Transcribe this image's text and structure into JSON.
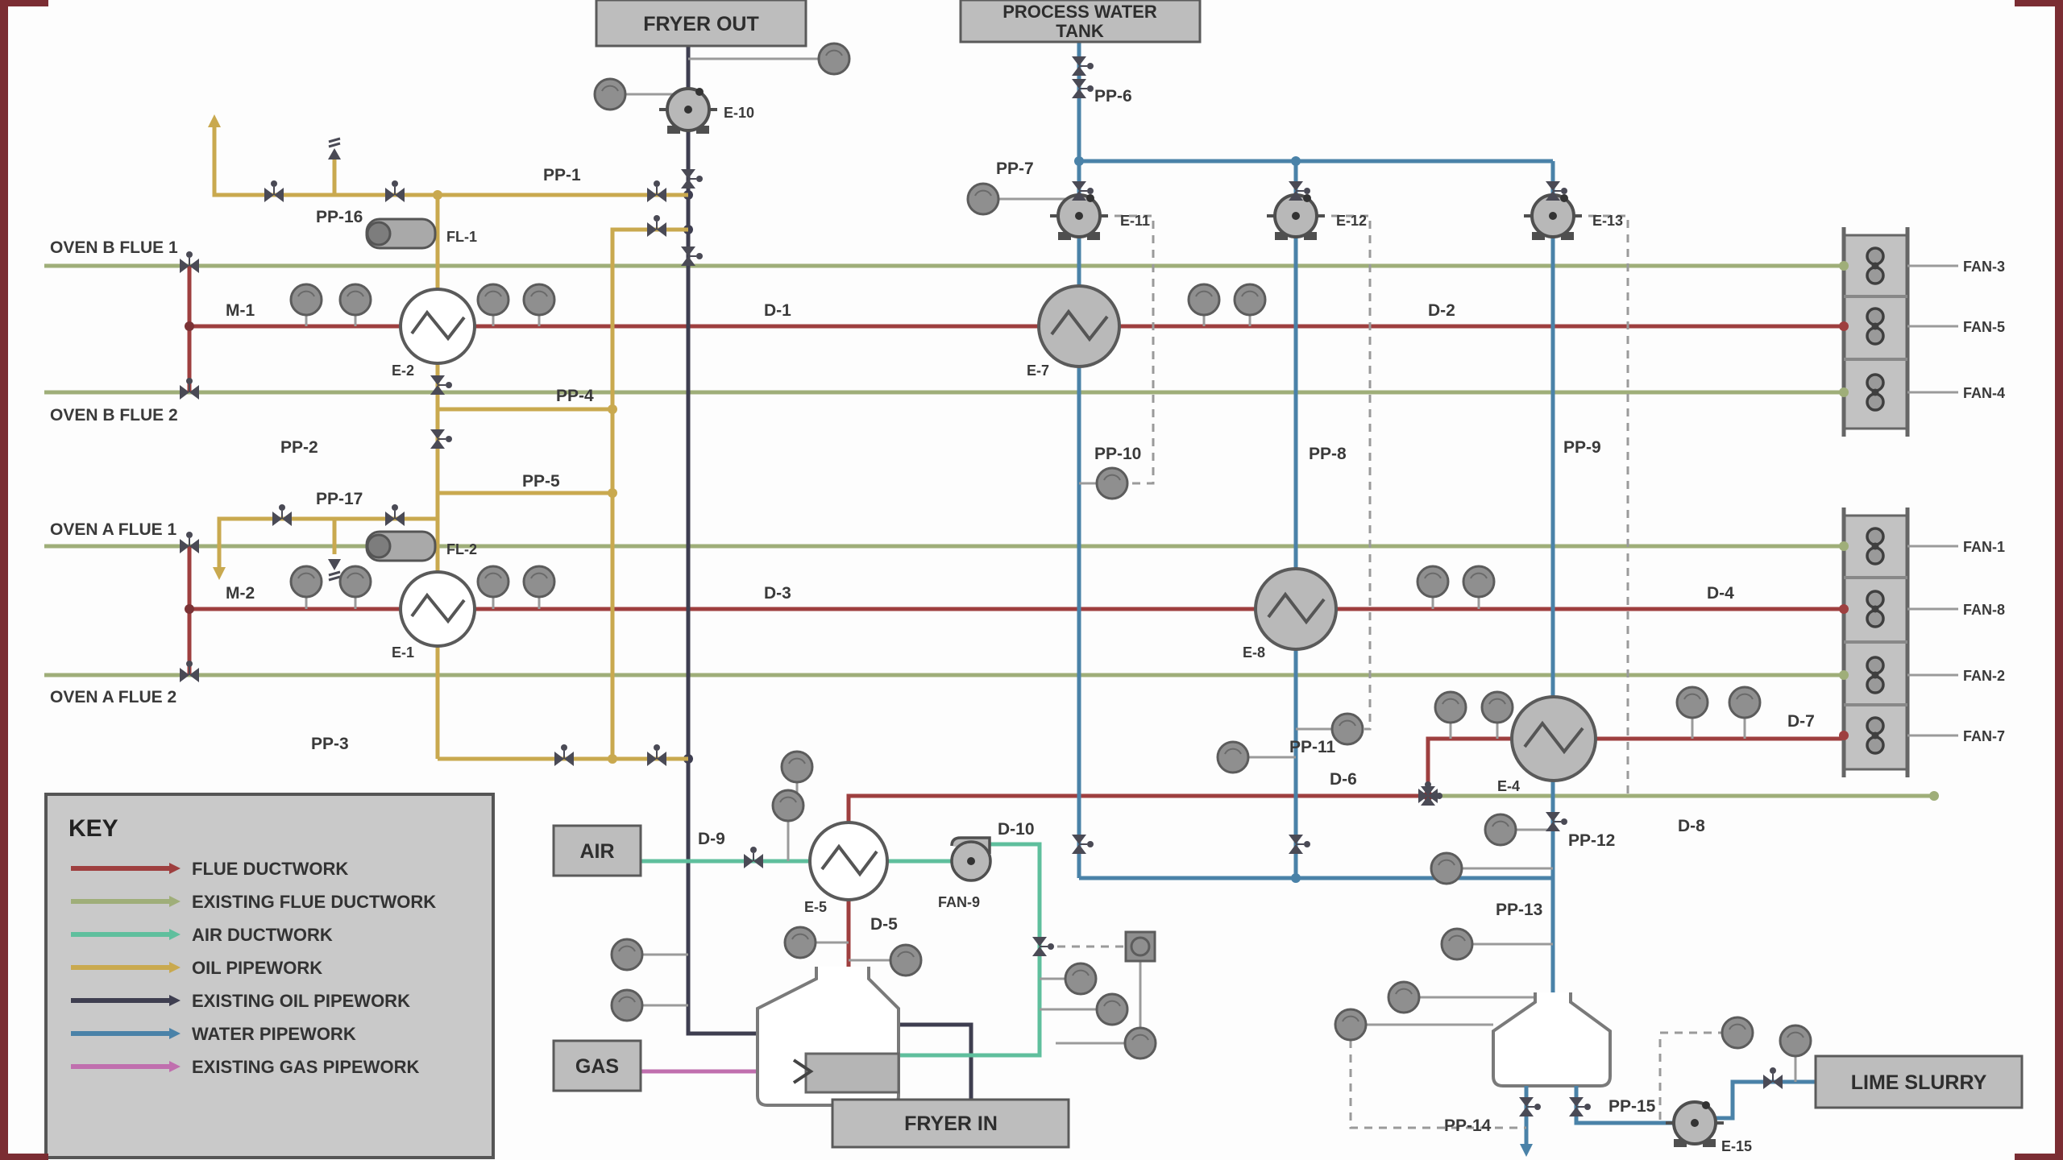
{
  "colors": {
    "flue": "#9e3f3f",
    "existing_flue": "#9fae79",
    "air": "#5fbf9d",
    "oil": "#c9a94f",
    "existing_oil": "#3e3e50",
    "water": "#4a82a8",
    "existing_gas": "#c06fae",
    "signal": "#9a9a9a",
    "box_fill": "#bdbdbd",
    "box_border": "#5a5a5a",
    "symbol": "#4a4a55",
    "instrument": "#8f8f8f",
    "key_fill": "#c9c9c9",
    "frame": "#7b2d33"
  },
  "boxes": {
    "fryer_out": "FRYER OUT",
    "process_water_tank_line1": "PROCESS WATER",
    "process_water_tank_line2": "TANK",
    "air": "AIR",
    "gas": "GAS",
    "fryer_in": "FRYER IN",
    "lime_slurry": "LIME SLURRY"
  },
  "ovens": {
    "b1": "OVEN B FLUE 1",
    "b2": "OVEN B FLUE 2",
    "a1": "OVEN A FLUE 1",
    "a2": "OVEN A FLUE 2"
  },
  "ducts": {
    "m1": "M-1",
    "m2": "M-2",
    "d1": "D-1",
    "d2": "D-2",
    "d3": "D-3",
    "d4": "D-4",
    "d5": "D-5",
    "d6": "D-6",
    "d7": "D-7",
    "d8": "D-8",
    "d9": "D-9",
    "d10": "D-10"
  },
  "pipes": {
    "pp1": "PP-1",
    "pp2": "PP-2",
    "pp3": "PP-3",
    "pp4": "PP-4",
    "pp5": "PP-5",
    "pp6": "PP-6",
    "pp7": "PP-7",
    "pp8": "PP-8",
    "pp9": "PP-9",
    "pp10": "PP-10",
    "pp11": "PP-11",
    "pp12": "PP-12",
    "pp13": "PP-13",
    "pp14": "PP-14",
    "pp15": "PP-15",
    "pp16": "PP-16",
    "pp17": "PP-17"
  },
  "equipment": {
    "e1": "E-1",
    "e2": "E-2",
    "e4": "E-4",
    "e5": "E-5",
    "e7": "E-7",
    "e8": "E-8",
    "e10": "E-10",
    "e11": "E-11",
    "e12": "E-12",
    "e13": "E-13",
    "e15": "E-15",
    "fl1": "FL-1",
    "fl2": "FL-2",
    "fan9": "FAN-9"
  },
  "fans": {
    "top": [
      "FAN-3",
      "FAN-5",
      "FAN-4"
    ],
    "bottom": [
      "FAN-1",
      "FAN-8",
      "FAN-2",
      "FAN-7"
    ]
  },
  "key": {
    "title": "KEY",
    "items": [
      {
        "label": "FLUE DUCTWORK"
      },
      {
        "label": "EXISTING FLUE DUCTWORK"
      },
      {
        "label": "AIR DUCTWORK"
      },
      {
        "label": "OIL PIPEWORK"
      },
      {
        "label": "EXISTING OIL PIPEWORK"
      },
      {
        "label": "WATER PIPEWORK"
      },
      {
        "label": "EXISTING GAS PIPEWORK"
      }
    ]
  }
}
